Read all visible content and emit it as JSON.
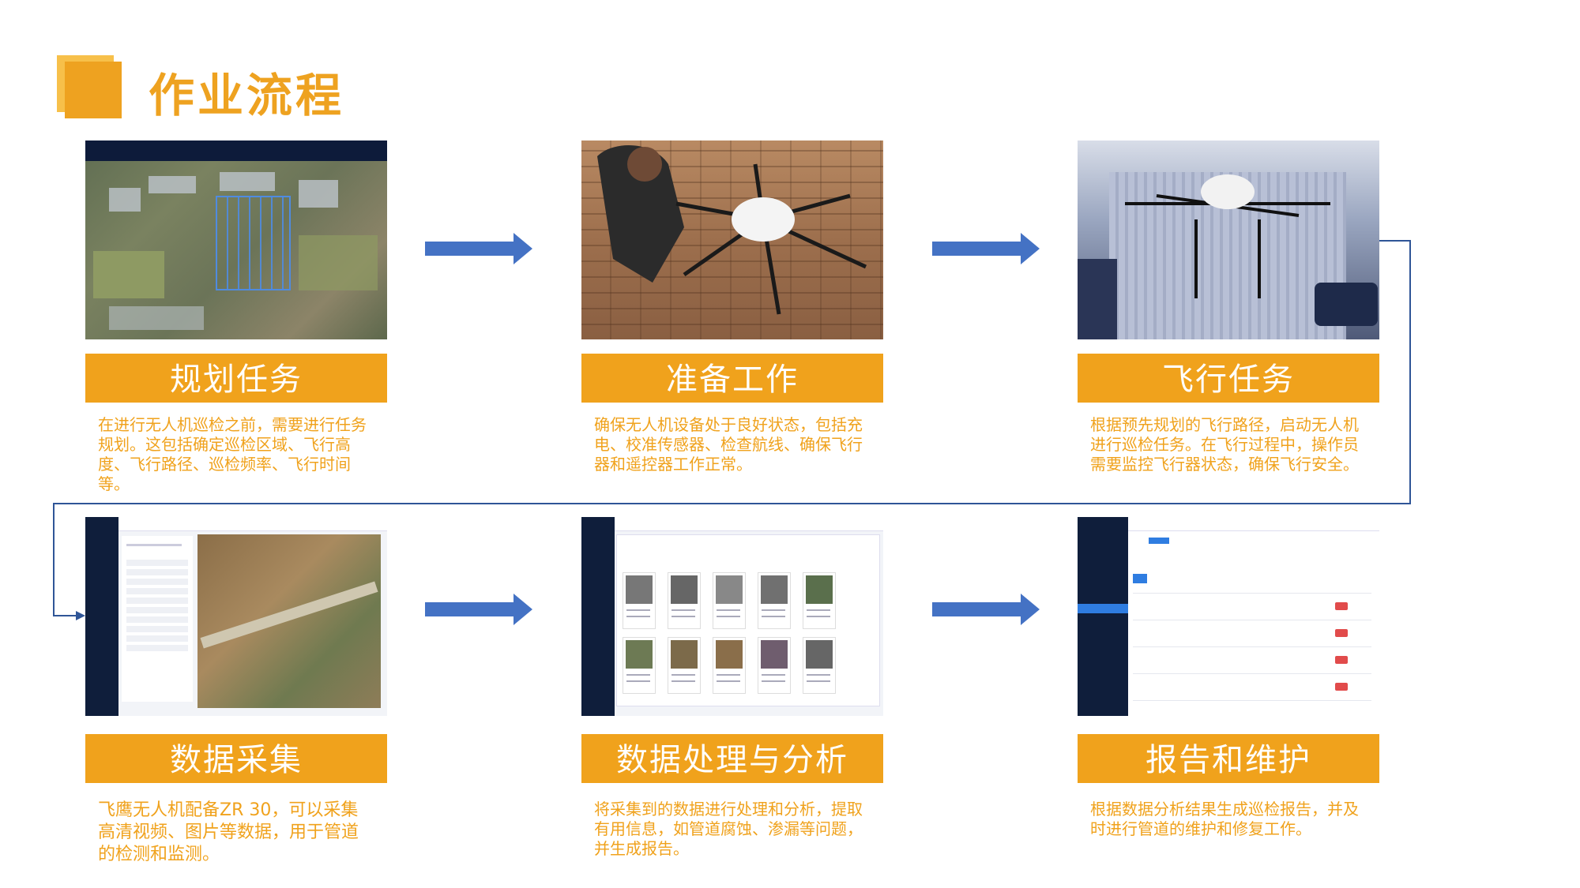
{
  "page_title": "作业流程",
  "colors": {
    "accent": "#F0A21C",
    "accent_light": "#F7C04A",
    "arrow": "#4472C4",
    "connector": "#2F5597"
  },
  "steps": [
    {
      "title": "规划任务",
      "description": "在进行无人机巡检之前，需要进行任务规划。这包括确定巡检区域、飞行高度、飞行路径、巡检频率、飞行时间等。",
      "image": "flight-planning-map"
    },
    {
      "title": "准备工作",
      "description": "确保无人机设备处于良好状态，包括充电、校准传感器、检查航线、确保飞行器和遥控器工作正常。",
      "image": "drone-preparation-photo"
    },
    {
      "title": "飞行任务",
      "description": "根据预先规划的飞行路径，启动无人机进行巡检任务。在飞行过程中，操作员需要监控飞行器状态，确保飞行安全。",
      "image": "drone-flight-photo"
    },
    {
      "title": "数据采集",
      "description": "飞鹰无人机配备ZR 30，可以采集高清视频、图片等数据，用于管道的检测和监测。",
      "image": "data-collection-screenshot"
    },
    {
      "title": "数据处理与分析",
      "description": "将采集到的数据进行处理和分析，提取有用信息，如管道腐蚀、渗漏等问题，并生成报告。",
      "image": "data-analysis-screenshot"
    },
    {
      "title": "报告和维护",
      "description": "根据数据分析结果生成巡检报告，并及时进行管道的维护和修复工作。",
      "image": "report-screenshot"
    }
  ],
  "icons": {
    "arrow": "right-arrow-icon",
    "connector": "flow-connector-line"
  }
}
